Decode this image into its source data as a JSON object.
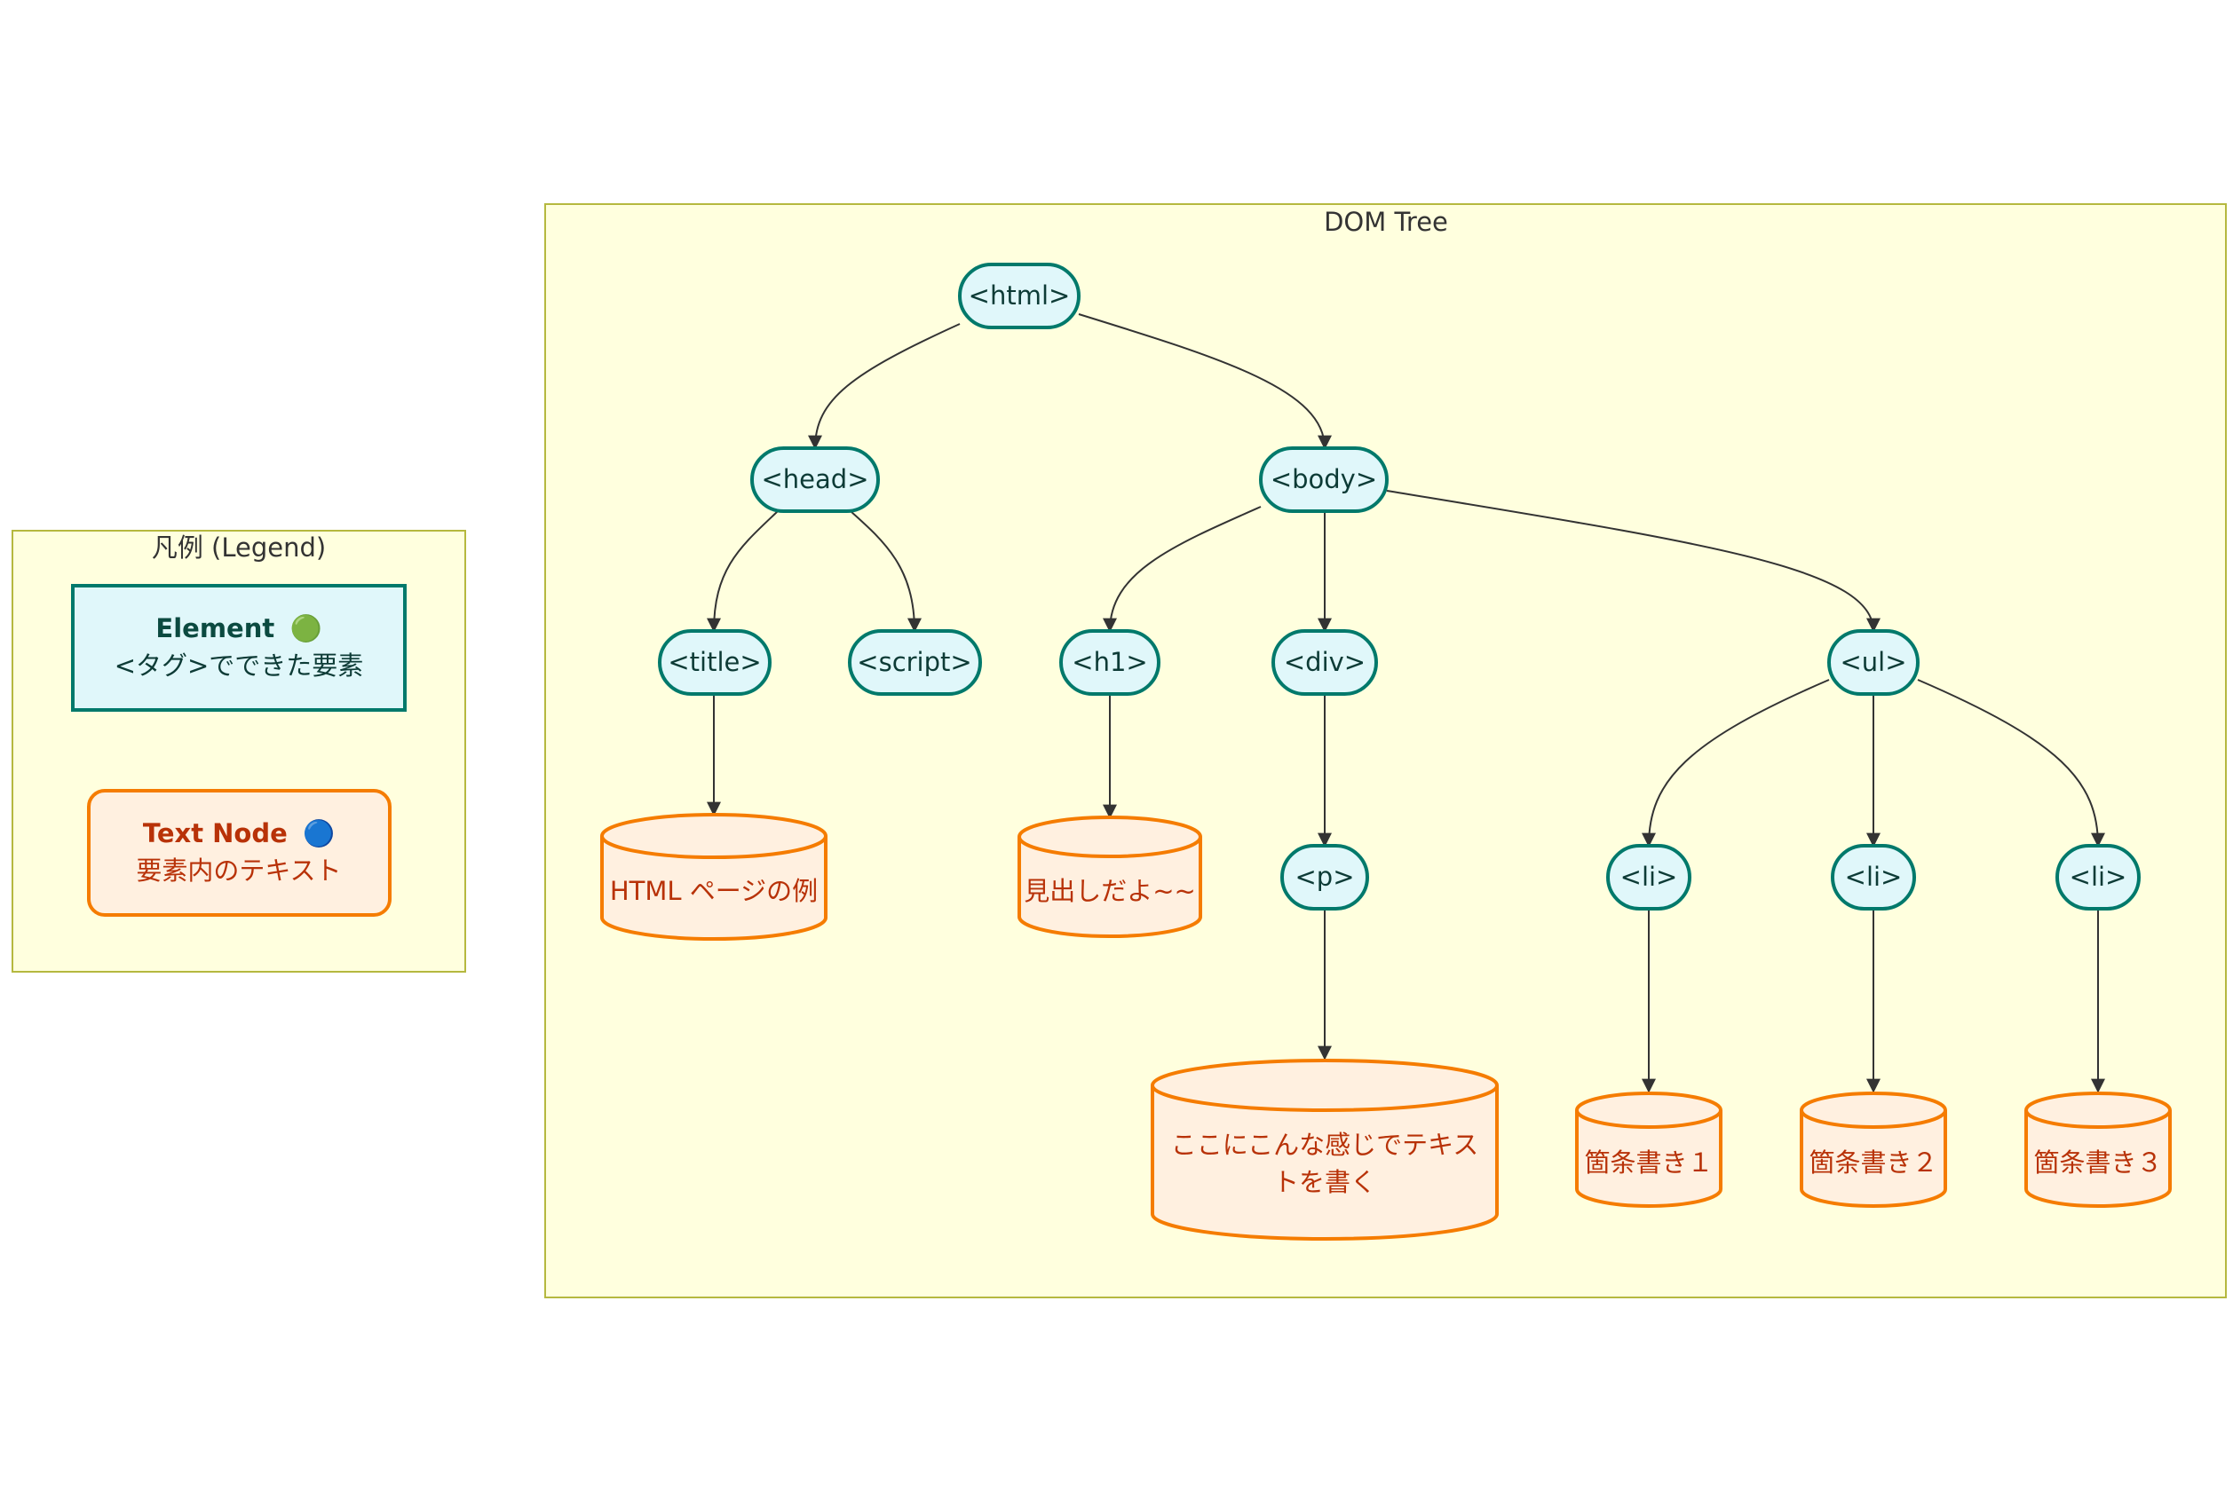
{
  "clusters": {
    "legend": {
      "title": "凡例 (Legend)"
    },
    "tree": {
      "title": "DOM Tree"
    }
  },
  "legend": {
    "element": {
      "title": "Element",
      "icon": "🟢",
      "desc": "<タグ>でできた要素"
    },
    "text": {
      "title": "Text Node",
      "icon": "🔵",
      "desc": "要素内のテキスト"
    }
  },
  "nodes": {
    "html": "<html>",
    "head": "<head>",
    "body": "<body>",
    "title": "<title>",
    "script": "<script>",
    "h1": "<h1>",
    "div": "<div>",
    "ul": "<ul>",
    "p": "<p>",
    "li1": "<li>",
    "li2": "<li>",
    "li3": "<li>",
    "t_title": "HTML ページの例",
    "t_h1": "見出しだよ~~",
    "t_p_1": "ここにこんな感じでテキス",
    "t_p_2": "トを書く",
    "t_li1": "箇条書き１",
    "t_li2": "箇条書き２",
    "t_li3": "箇条書き３"
  },
  "colors": {
    "cluster_fill": "#ffffde",
    "cluster_stroke": "#b5b83f",
    "element_fill": "#e0f7fa",
    "element_stroke": "#00796b",
    "text_fill": "#fff0e0",
    "text_stroke": "#f57c00",
    "edge": "#333333"
  }
}
